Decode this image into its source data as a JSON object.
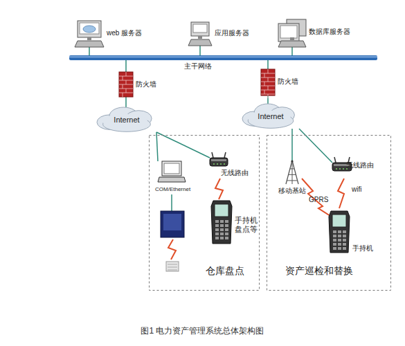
{
  "diagram": {
    "caption": "图1 电力资产管理系统总体架构图",
    "nodes": [
      {
        "text": [
          "web 服务器"
        ]
      },
      {
        "text": [
          "应用服务器"
        ]
      },
      {
        "text": [
          "数据库服务器"
        ]
      },
      {
        "text": [
          "主干网络"
        ]
      },
      {
        "text": [
          "防火墙"
        ]
      },
      {
        "text": [
          "防火墙"
        ]
      },
      {
        "text": [
          "Internet"
        ]
      },
      {
        "text": [
          "Internet"
        ]
      },
      {
        "text": [
          "仓库盘点"
        ]
      },
      {
        "text": [
          "COM/Ethernet"
        ],
        "in": 8
      },
      {
        "text": [
          "无线路由"
        ],
        "in": 8
      },
      {
        "text": [
          "手持机 盘点等"
        ],
        "in": 8
      },
      {
        "text": [
          "资产巡检和替换"
        ]
      },
      {
        "text": [
          "移动基站"
        ],
        "in": 12
      },
      {
        "text": [
          "无线路由"
        ],
        "in": 12
      },
      {
        "text": [
          "手持机"
        ],
        "in": 12
      }
    ],
    "edges": [
      {
        "from": 0,
        "to": 3,
        "arrow": "none"
      },
      {
        "from": 1,
        "to": 3,
        "arrow": "none"
      },
      {
        "from": 2,
        "to": 3,
        "arrow": "none"
      },
      {
        "from": 3,
        "to": 4,
        "arrow": "none"
      },
      {
        "from": 3,
        "to": 5,
        "arrow": "none"
      },
      {
        "from": 4,
        "to": 6,
        "arrow": "none"
      },
      {
        "from": 5,
        "to": 7,
        "arrow": "none"
      },
      {
        "from": 6,
        "to": 9,
        "arrow": "none"
      },
      {
        "from": 6,
        "to": 10,
        "arrow": "none"
      },
      {
        "from": 7,
        "to": 13,
        "arrow": "none"
      },
      {
        "from": 7,
        "to": 14,
        "arrow": "none"
      }
    ],
    "labels": [
      "GPRS",
      "wifi"
    ]
  }
}
